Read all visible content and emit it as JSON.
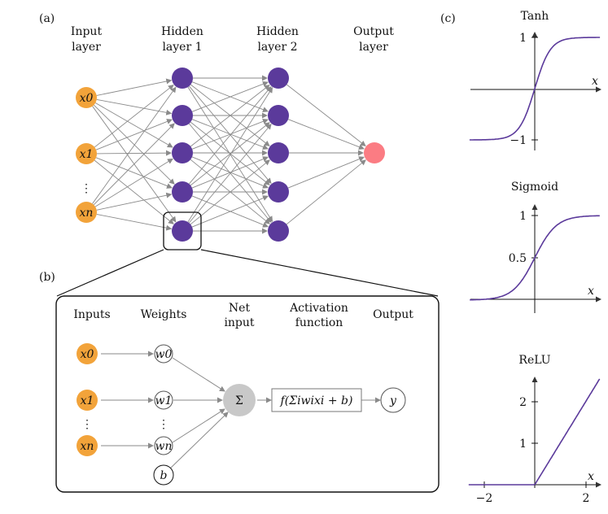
{
  "panels": {
    "a": "(a)",
    "b": "(b)",
    "c": "(c)"
  },
  "network": {
    "layer_titles": {
      "input": [
        "Input",
        "layer"
      ],
      "hidden1": [
        "Hidden",
        "layer 1"
      ],
      "hidden2": [
        "Hidden",
        "layer 2"
      ],
      "output": [
        "Output",
        "layer"
      ]
    },
    "input_nodes": [
      "x0",
      "x1",
      "xn"
    ],
    "ellipsis": "⋮",
    "colors": {
      "input": "#f2a33a",
      "hidden": "#5b3a9b",
      "output": "#fb7c83",
      "edge": "#8a8a8a"
    }
  },
  "neuron": {
    "headers": {
      "inputs": "Inputs",
      "weights": "Weights",
      "net_input": [
        "Net",
        "input"
      ],
      "activation": [
        "Activation",
        "function"
      ],
      "output": "Output"
    },
    "inputs": [
      "x0",
      "x1",
      "xn"
    ],
    "weights": [
      "w0",
      "w1",
      "wn"
    ],
    "bias": "b",
    "sum": "Σ",
    "activation_expr": "f(Σiwixi + b)",
    "output_symbol": "y",
    "colors": {
      "input": "#f2a33a",
      "sum": "#c8c8c8"
    }
  },
  "activation_plots": [
    {
      "title": "Tanh",
      "ticks": [
        "1",
        "−1"
      ],
      "axis_label": "x"
    },
    {
      "title": "Sigmoid",
      "ticks": [
        "1",
        "0.5"
      ],
      "axis_label": "x"
    },
    {
      "title": "ReLU",
      "ticks": [
        "2",
        "1"
      ],
      "x_ticks": [
        "−2",
        "2"
      ],
      "axis_label": "x"
    }
  ],
  "curve_color": "#5b3a9b"
}
